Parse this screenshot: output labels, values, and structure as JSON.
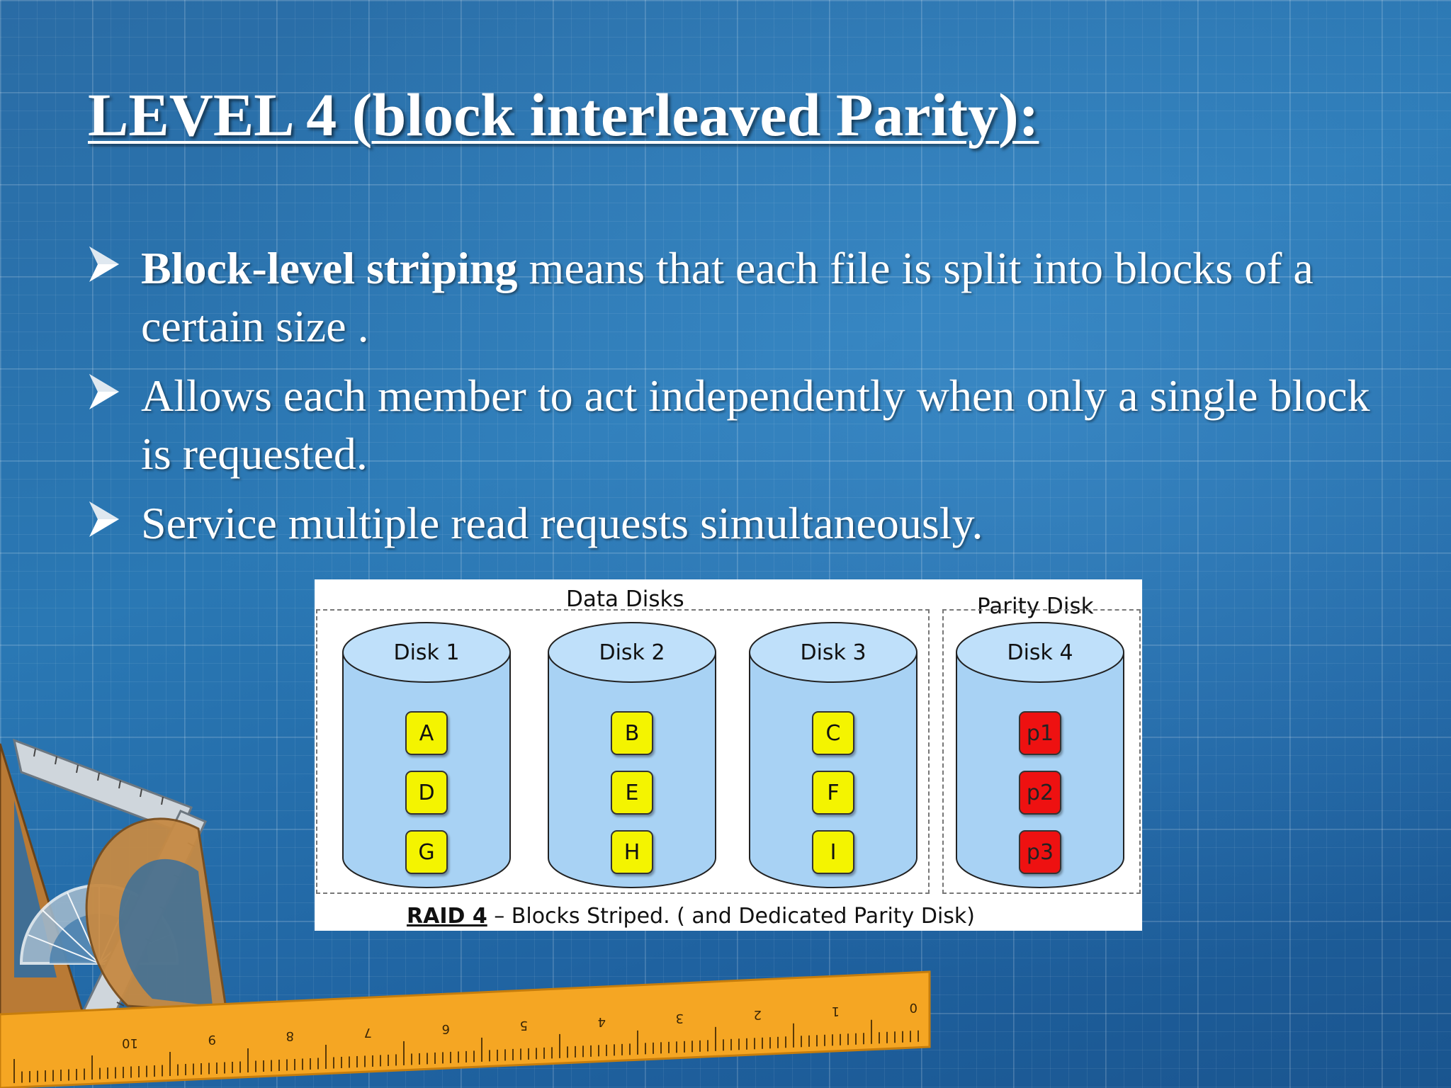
{
  "slide": {
    "title": "LEVEL 4 (block interleaved Parity):",
    "bullets": [
      {
        "lead": "Block-level striping",
        "text": " means that each file is split into blocks of a certain size ."
      },
      {
        "lead": "",
        "text": "Allows each member to act independently when only a single block is requested."
      },
      {
        "lead": "",
        "text": "Service multiple read requests simultaneously."
      }
    ],
    "bullet_icon": "arrowhead-bullet-icon"
  },
  "figure": {
    "data_disks_label": "Data Disks",
    "parity_disk_label": "Parity Disk",
    "disks": [
      {
        "name": "Disk 1",
        "blocks": [
          "A",
          "D",
          "G"
        ],
        "type": "data"
      },
      {
        "name": "Disk 2",
        "blocks": [
          "B",
          "E",
          "H"
        ],
        "type": "data"
      },
      {
        "name": "Disk 3",
        "blocks": [
          "C",
          "F",
          "I"
        ],
        "type": "data"
      },
      {
        "name": "Disk 4",
        "blocks": [
          "p1",
          "p2",
          "p3"
        ],
        "type": "parity"
      }
    ],
    "caption_bold": "RAID 4",
    "caption_rest": " – Blocks Striped. ( and Dedicated Parity Disk)"
  },
  "colors": {
    "background": "#2a6ca5",
    "disk_fill": "#a8d2f4",
    "data_block": "#f4f400",
    "parity_block": "#ee1111",
    "ruler": "#f5a623"
  },
  "decoration": {
    "icons": [
      "ruler-icon",
      "protractor-icon",
      "set-square-icon",
      "carpenter-square-icon"
    ],
    "ruler_numbers": [
      "0",
      "1",
      "2",
      "3",
      "4",
      "5",
      "6",
      "7",
      "8",
      "9",
      "10"
    ]
  }
}
